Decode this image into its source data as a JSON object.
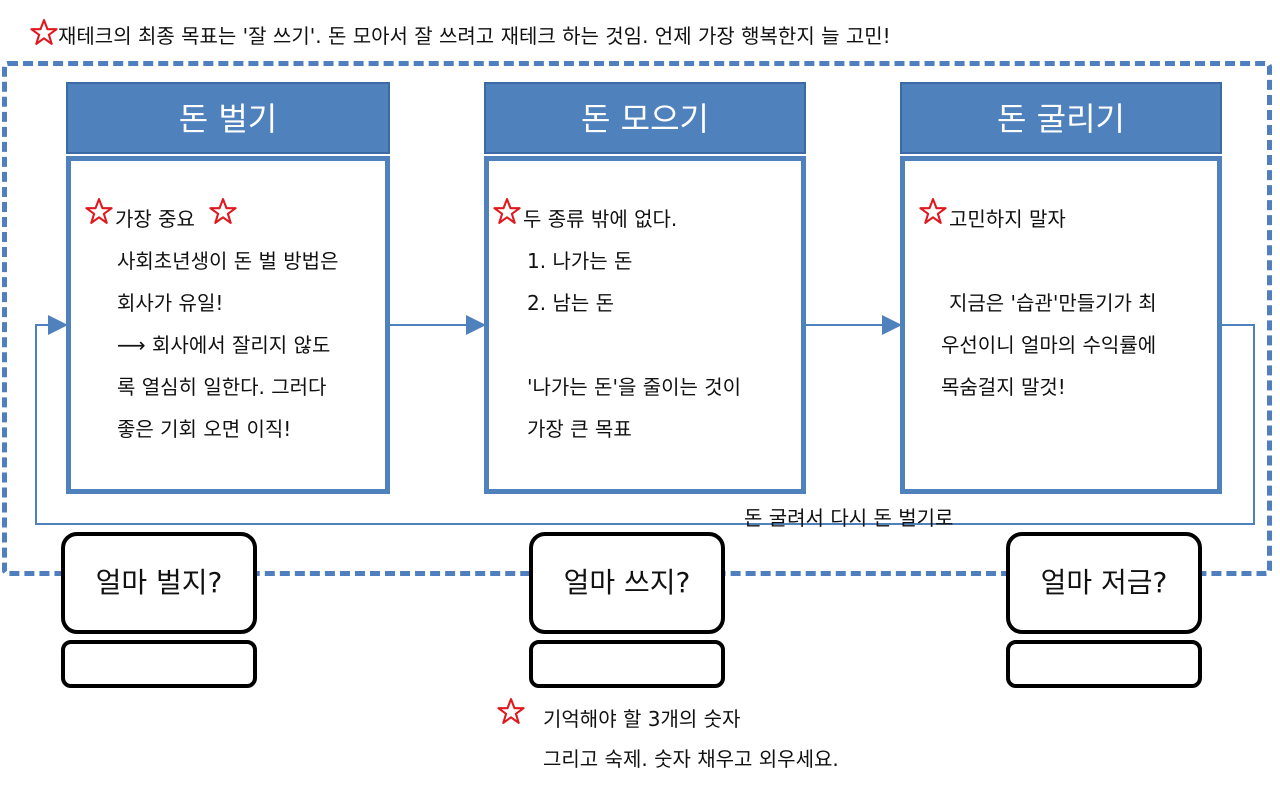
{
  "top_note": "재테크의 최종 목표는 '잘 쓰기'. 돈 모아서 잘 쓰려고 재테크 하는 것임. 언제 가장 행복한지 늘 고민!",
  "columns": [
    {
      "title": "돈 벌기",
      "lines": [
        "가장 중요",
        "사회초년생이 돈 벌 방법은",
        "회사가 유일!",
        "⟶ 회사에서 잘리지 않도",
        "록 열심히 일한다. 그러다",
        "좋은 기회 오면 이직!"
      ]
    },
    {
      "title": "돈 모으기",
      "lines": [
        "두 종류 밖에 없다.",
        "1. 나가는 돈",
        "2. 남는 돈",
        "'나가는 돈'을 줄이는 것이",
        "가장 큰 목표"
      ]
    },
    {
      "title": "돈 굴리기",
      "lines": [
        "고민하지 말자",
        "지금은 '습관'만들기가 최",
        "우선이니 얼마의 수익률에",
        "목숨걸지 말것!"
      ]
    }
  ],
  "loop_label": "돈 굴려서 다시 돈 벌기로",
  "questions": [
    "얼마 벌지?",
    "얼마 쓰지?",
    "얼마 저금?"
  ],
  "bottom_note": {
    "line1": "기억해야 할 3개의 숫자",
    "line2": "그리고 숙제. 숫자 채우고 외우세요."
  },
  "colors": {
    "header_blue": "#4f81bd",
    "frame_blue": "#4f7fbf",
    "star_red": "#e0191e"
  }
}
